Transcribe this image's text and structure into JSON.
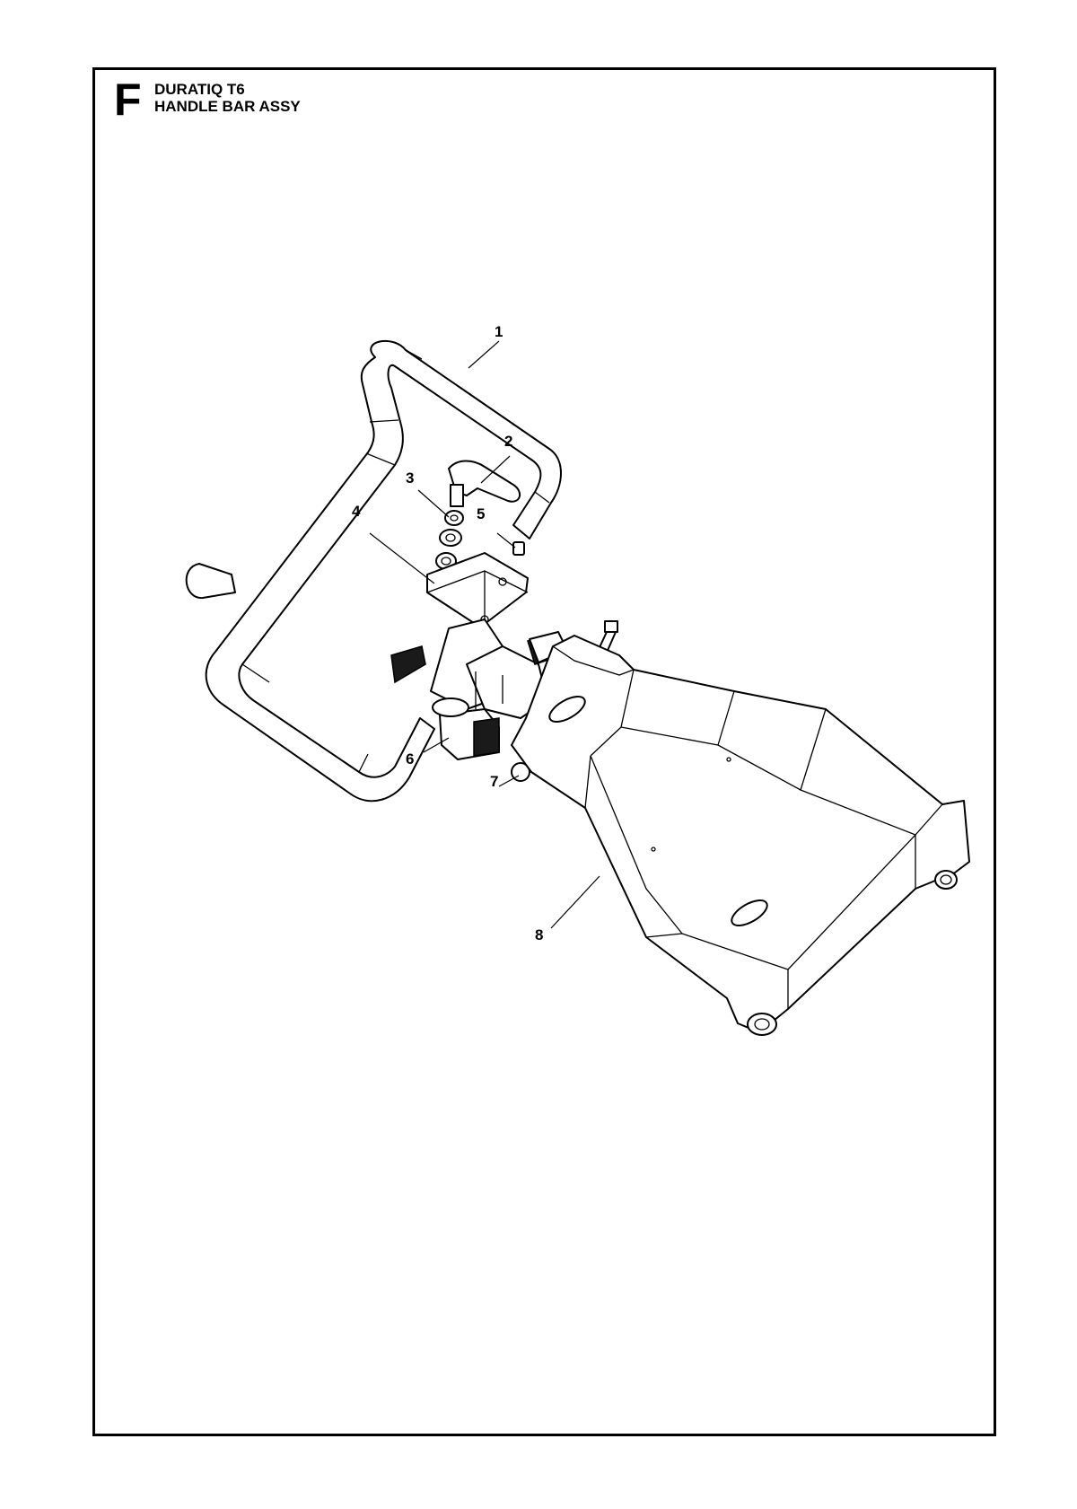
{
  "header": {
    "section_letter": "F",
    "model": "DURATIQ T6",
    "assembly": "HANDLE BAR ASSY"
  },
  "callouts": [
    "1",
    "2",
    "3",
    "4",
    "5",
    "6",
    "7",
    "8"
  ]
}
